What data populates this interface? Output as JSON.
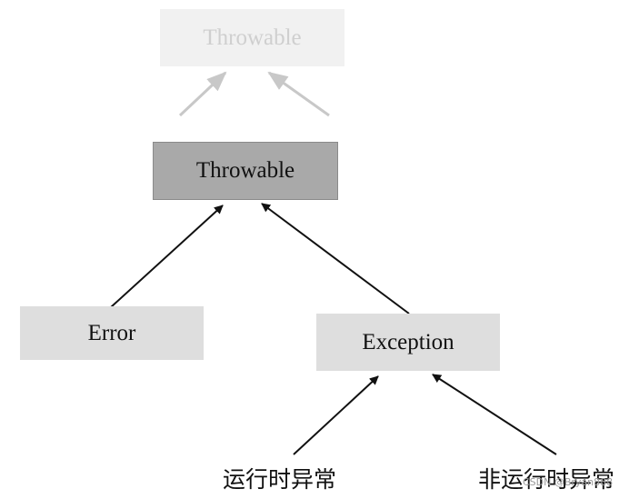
{
  "diagram": {
    "ghost_node": {
      "label": "Throwable"
    },
    "root_node": {
      "label": "Throwable"
    },
    "error_node": {
      "label": "Error"
    },
    "exception_node": {
      "label": "Exception"
    },
    "runtime_label": "运行时异常",
    "nonruntime_label": "非运行时异常",
    "watermark": "CSDN @Bryan888",
    "colors": {
      "root_fill": "#a9a9a9",
      "child_fill": "#dedede",
      "ghost_fill": "#f1f1f1",
      "ghost_arrow": "#c8c8c8",
      "arrow": "#111111"
    }
  }
}
